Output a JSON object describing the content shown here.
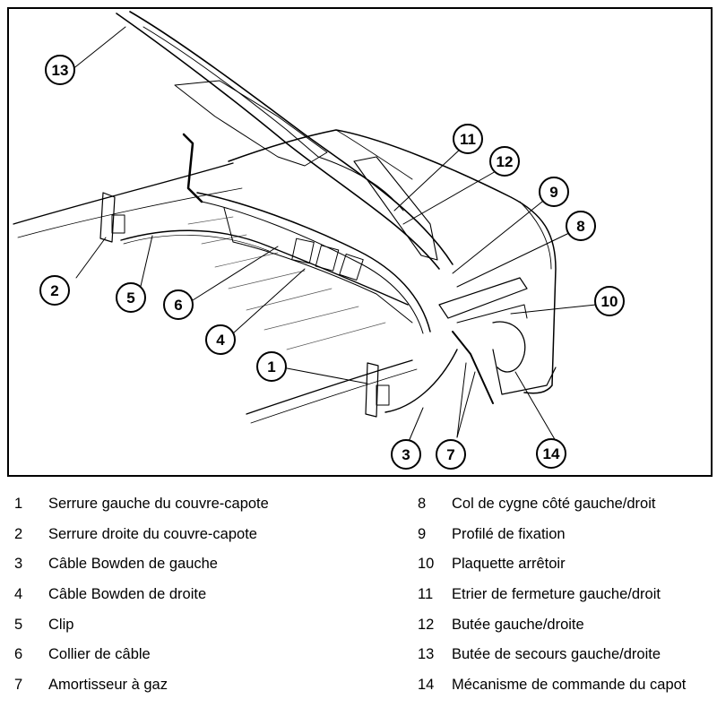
{
  "callouts": [
    "1",
    "2",
    "3",
    "4",
    "5",
    "6",
    "7",
    "8",
    "9",
    "10",
    "11",
    "12",
    "13",
    "14"
  ],
  "legend": {
    "left": [
      {
        "num": "1",
        "label": "Serrure gauche du couvre-capote"
      },
      {
        "num": "2",
        "label": "Serrure droite du couvre-capote"
      },
      {
        "num": "3",
        "label": "Câble Bowden de gauche"
      },
      {
        "num": "4",
        "label": "Câble Bowden de droite"
      },
      {
        "num": "5",
        "label": "Clip"
      },
      {
        "num": "6",
        "label": "Collier de câble"
      },
      {
        "num": "7",
        "label": "Amortisseur à gaz"
      }
    ],
    "right": [
      {
        "num": "8",
        "label": "Col de cygne côté gauche/droit"
      },
      {
        "num": "9",
        "label": "Profilé de fixation"
      },
      {
        "num": "10",
        "label": "Plaquette arrêtoir"
      },
      {
        "num": "11",
        "label": "Etrier de fermeture gauche/droit"
      },
      {
        "num": "12",
        "label": "Butée gauche/droite"
      },
      {
        "num": "13",
        "label": "Butée de secours gauche/droite"
      },
      {
        "num": "14",
        "label": "Mécanisme de commande du capot"
      }
    ]
  }
}
